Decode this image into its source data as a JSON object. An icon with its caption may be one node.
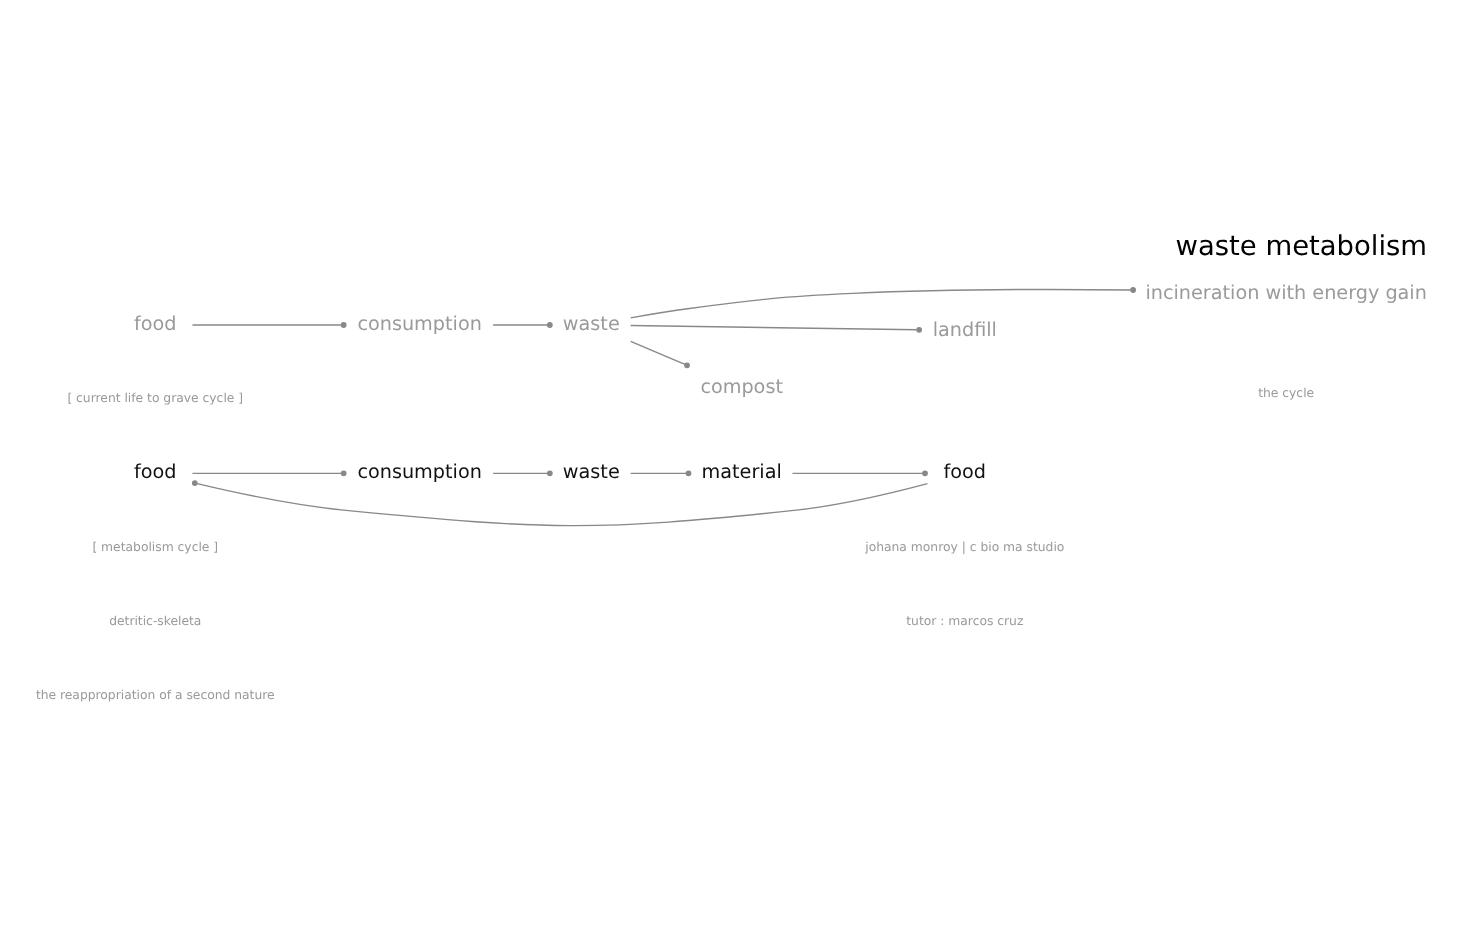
{
  "diagram": {
    "title": "waste metabolism",
    "nodes": [
      {
        "text": [
          "food"
        ]
      },
      {
        "text": [
          "consumption"
        ]
      },
      {
        "text": [
          "waste"
        ]
      },
      {
        "text": [
          "compost"
        ]
      },
      {
        "text": [
          "landfill"
        ]
      },
      {
        "text": [
          "incineration with energy gain"
        ]
      },
      {
        "text": [
          "food"
        ]
      },
      {
        "text": [
          "consumption"
        ]
      },
      {
        "text": [
          "waste"
        ]
      },
      {
        "text": [
          "material"
        ]
      },
      {
        "text": [
          "food"
        ]
      }
    ],
    "edges": [
      {
        "from": 0,
        "to": 1,
        "arrow": "other"
      },
      {
        "from": 1,
        "to": 2,
        "arrow": "other"
      },
      {
        "from": 2,
        "to": 3,
        "arrow": "other"
      },
      {
        "from": 2,
        "to": 4,
        "arrow": "other"
      },
      {
        "from": 2,
        "to": 5,
        "arrow": "other"
      },
      {
        "from": 6,
        "to": 7,
        "arrow": "other"
      },
      {
        "from": 7,
        "to": 8,
        "arrow": "other"
      },
      {
        "from": 8,
        "to": 9,
        "arrow": "other"
      },
      {
        "from": 9,
        "to": 10,
        "arrow": "other"
      },
      {
        "from": 10,
        "to": 6,
        "arrow": "other"
      }
    ],
    "labels": [
      "the cycle",
      "[ current life to grave cycle ]",
      "[ metabolism cycle ]",
      "detritic-skeleta",
      "the reappropriation of a second nature",
      "johana monroy | c bio ma studio",
      "tutor : marcos cruz"
    ]
  }
}
